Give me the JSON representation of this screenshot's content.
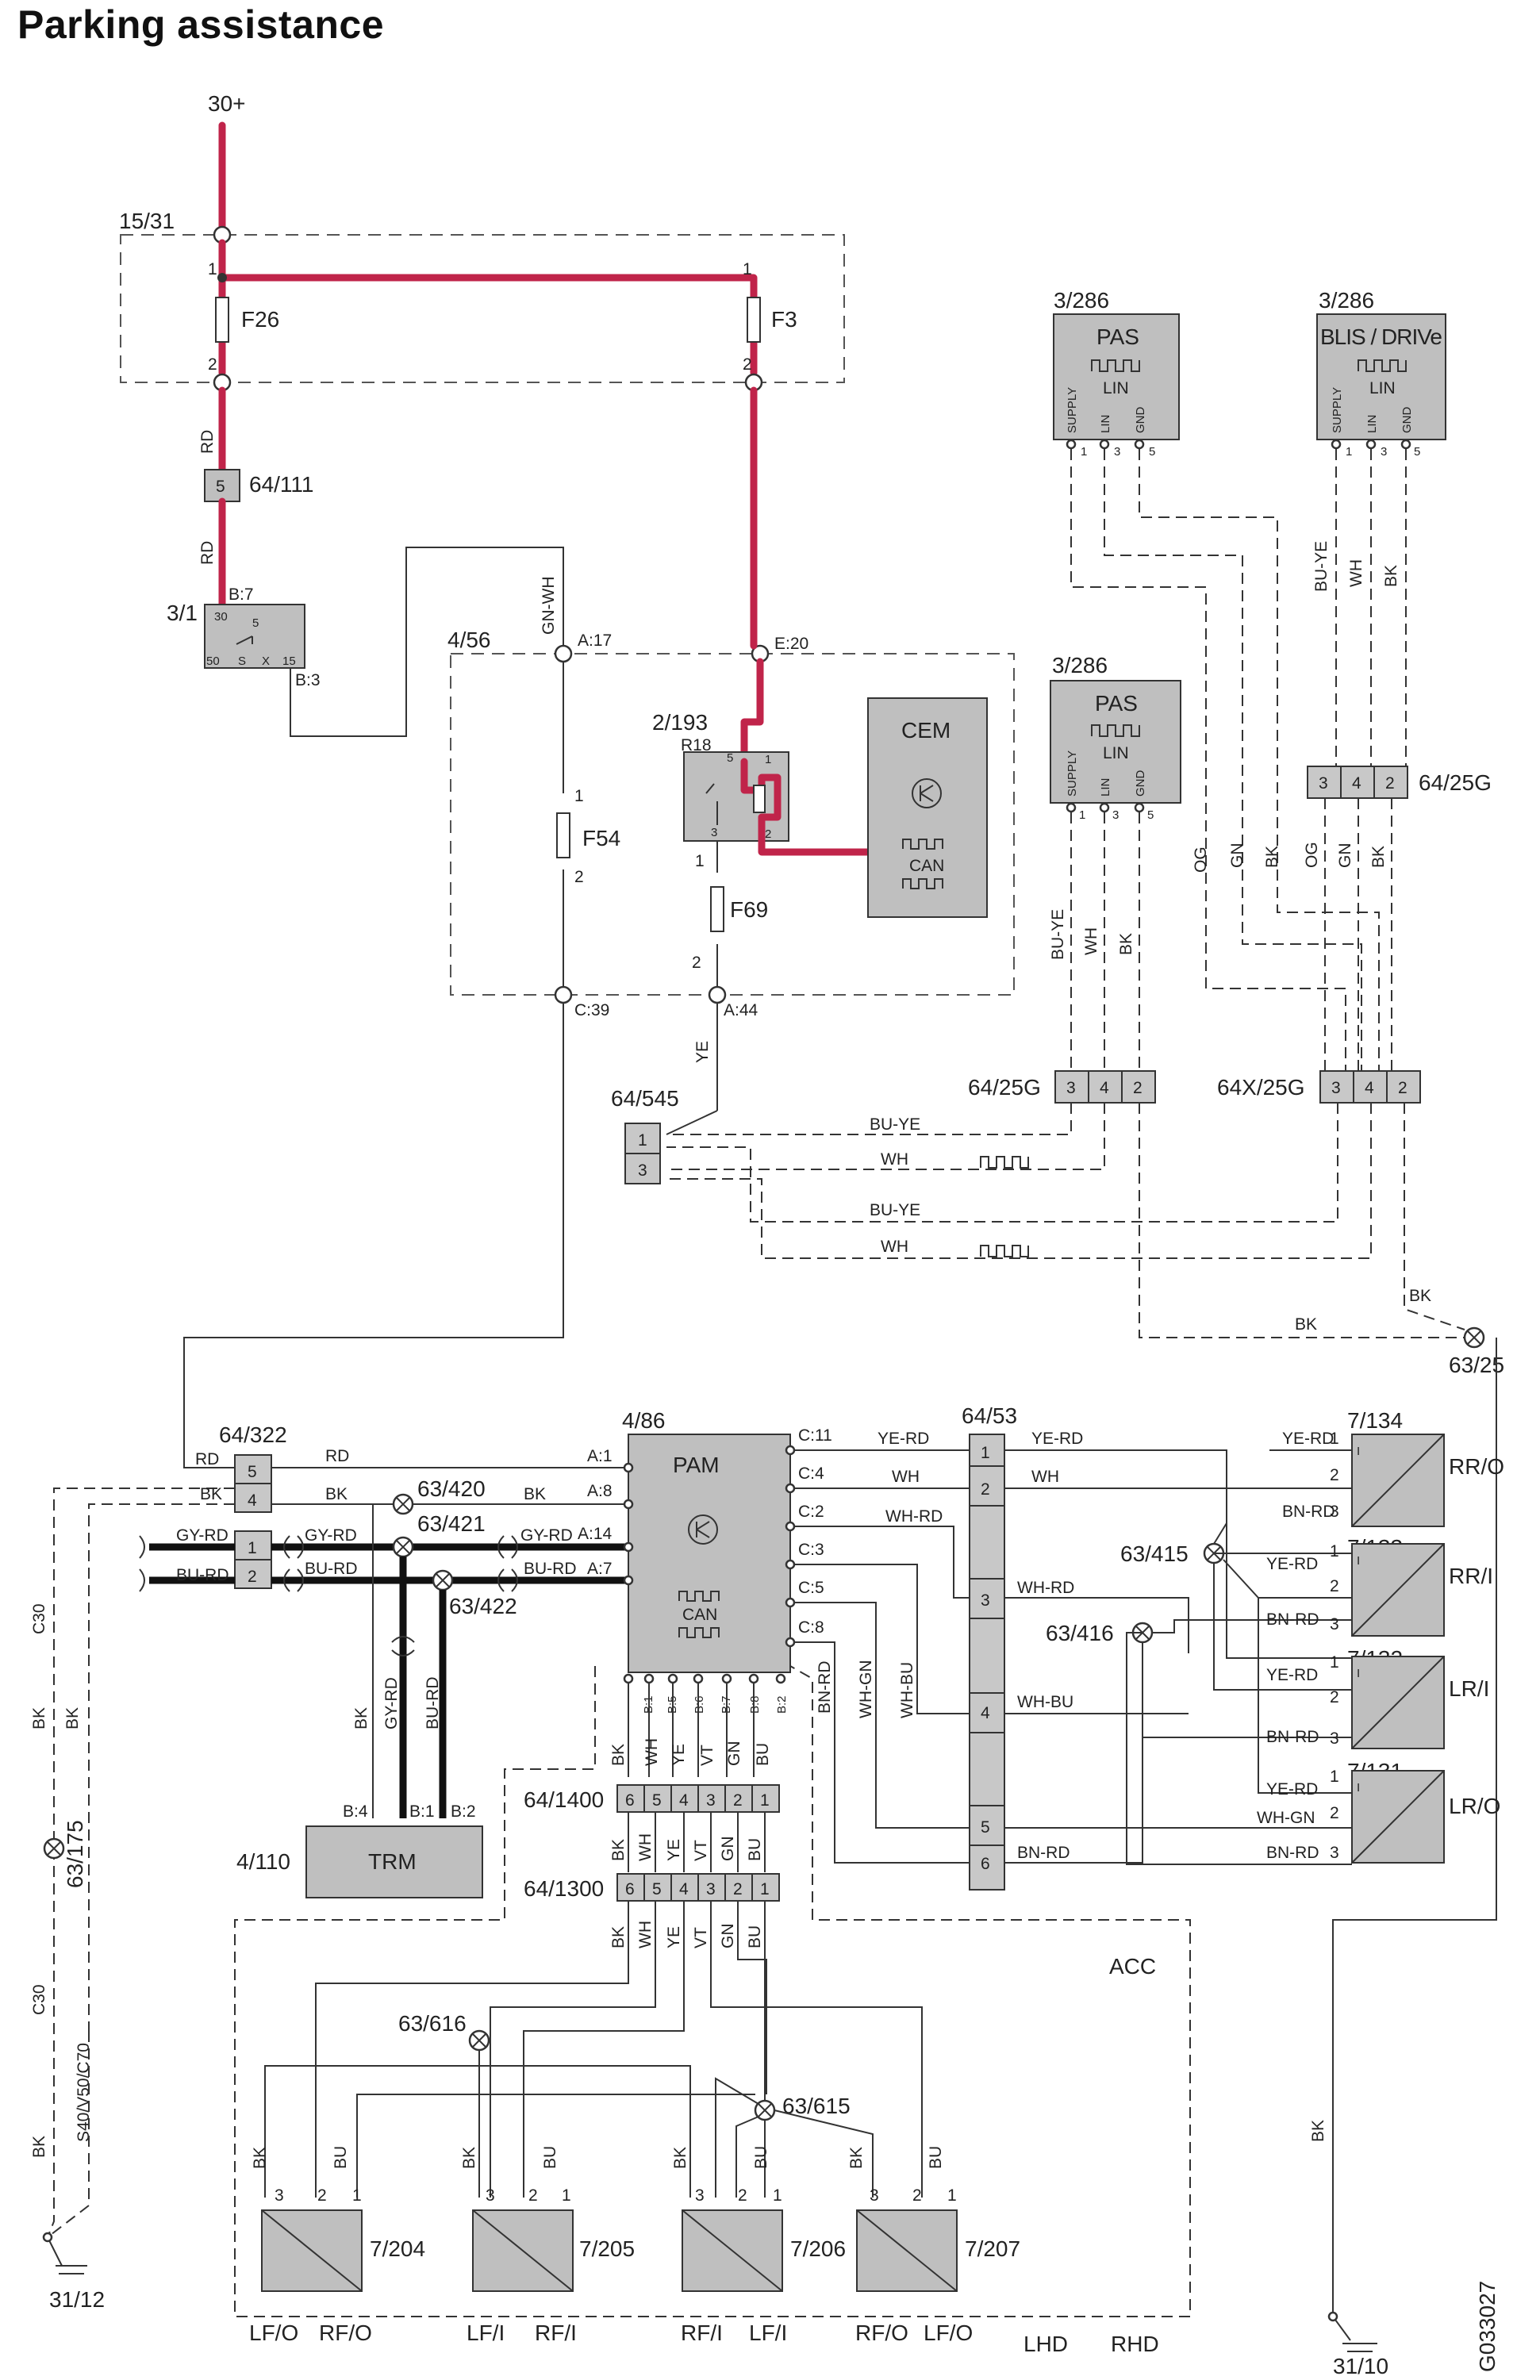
{
  "title": "Parking assistance",
  "power": {
    "battery": "30+",
    "ignition_box": "15/31",
    "fuse_f26": "F26",
    "fuse_f3": "F3",
    "pin1": "1",
    "pin2": "2"
  },
  "wire_colors": {
    "rd": "RD",
    "ye": "YE",
    "gn_wh": "GN-WH",
    "bk": "BK",
    "wh": "WH",
    "bu_ye": "BU-YE",
    "og": "OG",
    "gn": "GN",
    "ye_rd": "YE-RD",
    "bn_rd": "BN-RD",
    "wh_rd": "WH-RD",
    "wh_gn": "WH-GN",
    "wh_bu": "WH-BU",
    "gy_rd": "GY-RD",
    "bu_rd": "BU-RD",
    "vt": "VT",
    "bu": "BU"
  },
  "connectors": {
    "c64_111": "64/111",
    "c64_111_pin": "5",
    "switch": "3/1",
    "switch_b7": "B:7",
    "switch_b3": "B:3",
    "switch_pins": [
      "50",
      "S",
      "X",
      "15"
    ],
    "switch_30": "30",
    "switch_5": "5"
  },
  "cem_box": {
    "label": "4/56",
    "a17": "A:17",
    "e20": "E:20",
    "c39": "C:39",
    "a44": "A:44",
    "fuse_f54": "F54",
    "fuse_f69": "F69",
    "relay": "2/193",
    "relay_r": "R18",
    "cem": "CEM",
    "can": "CAN"
  },
  "pas_modules": [
    {
      "ref": "3/286",
      "name": "PAS",
      "bus": "LIN",
      "pins": [
        "SUPPLY",
        "LIN",
        "GND"
      ],
      "pin_nums": [
        "1",
        "3",
        "5"
      ]
    },
    {
      "ref": "3/286",
      "name": "BLIS / DRIVe",
      "bus": "LIN",
      "pins": [
        "SUPPLY",
        "LIN",
        "GND"
      ],
      "pin_nums": [
        "1",
        "3",
        "5"
      ]
    },
    {
      "ref": "3/286",
      "name": "PAS",
      "bus": "LIN",
      "pins": [
        "SUPPLY",
        "LIN",
        "GND"
      ],
      "pin_nums": [
        "1",
        "3",
        "5"
      ]
    }
  ],
  "connector_25g": {
    "a": "64/25G",
    "b": "64/25G",
    "c": "64X/25G",
    "pins": [
      "3",
      "4",
      "2"
    ]
  },
  "c64_545": {
    "label": "64/545",
    "pins": [
      "1",
      "3"
    ]
  },
  "ground_63_25": "63/25",
  "c64_322": {
    "label": "64/322",
    "pins": [
      "5",
      "4",
      "1",
      "2"
    ]
  },
  "splices": {
    "s420": "63/420",
    "s421": "63/421",
    "s422": "63/422",
    "s415": "63/415",
    "s416": "63/416",
    "s616": "63/616",
    "s615": "63/615",
    "s175": "63/175"
  },
  "pam": {
    "ref": "4/86",
    "name": "PAM",
    "can": "CAN",
    "a_pins": [
      "A:1",
      "A:8",
      "A:14",
      "A:7"
    ],
    "c_pins": [
      "C:11",
      "C:4",
      "C:2",
      "C:3",
      "C:5",
      "C:8"
    ],
    "b_pins": [
      "B:1",
      "B:5",
      "B:6",
      "B:7",
      "B:8",
      "B:2"
    ]
  },
  "c64_53": {
    "label": "64/53",
    "pins": [
      "1",
      "2",
      "3",
      "4",
      "5",
      "6"
    ]
  },
  "sensors_rear": [
    {
      "ref": "7/134",
      "name": "RR/O"
    },
    {
      "ref": "7/133",
      "name": "RR/I"
    },
    {
      "ref": "7/132",
      "name": "LR/I"
    },
    {
      "ref": "7/131",
      "name": "LR/O"
    }
  ],
  "sensor_pin_i": "I",
  "trm": {
    "ref": "4/110",
    "name": "TRM",
    "pins": [
      "B:4",
      "B:1",
      "B:2"
    ]
  },
  "c64_1400": {
    "label": "64/1400",
    "pins": [
      "6",
      "5",
      "4",
      "3",
      "2",
      "1"
    ]
  },
  "c64_1300": {
    "label": "64/1300",
    "pins": [
      "6",
      "5",
      "4",
      "3",
      "2",
      "1"
    ]
  },
  "acc": "ACC",
  "front_sensors": [
    {
      "ref": "7/204",
      "lhd": "LF/O",
      "rhd": "RF/O"
    },
    {
      "ref": "7/205",
      "lhd": "LF/I",
      "rhd": "RF/I"
    },
    {
      "ref": "7/206",
      "lhd": "RF/I",
      "rhd": "LF/I"
    },
    {
      "ref": "7/207",
      "lhd": "RF/O",
      "rhd": "LF/O"
    }
  ],
  "lhd": "LHD",
  "rhd": "RHD",
  "grounds": {
    "g31_12": "31/12",
    "g31_10": "31/10"
  },
  "side_labels": {
    "c30": "C30",
    "models": "S40/V50/C70"
  },
  "drawing_id": "G033027"
}
